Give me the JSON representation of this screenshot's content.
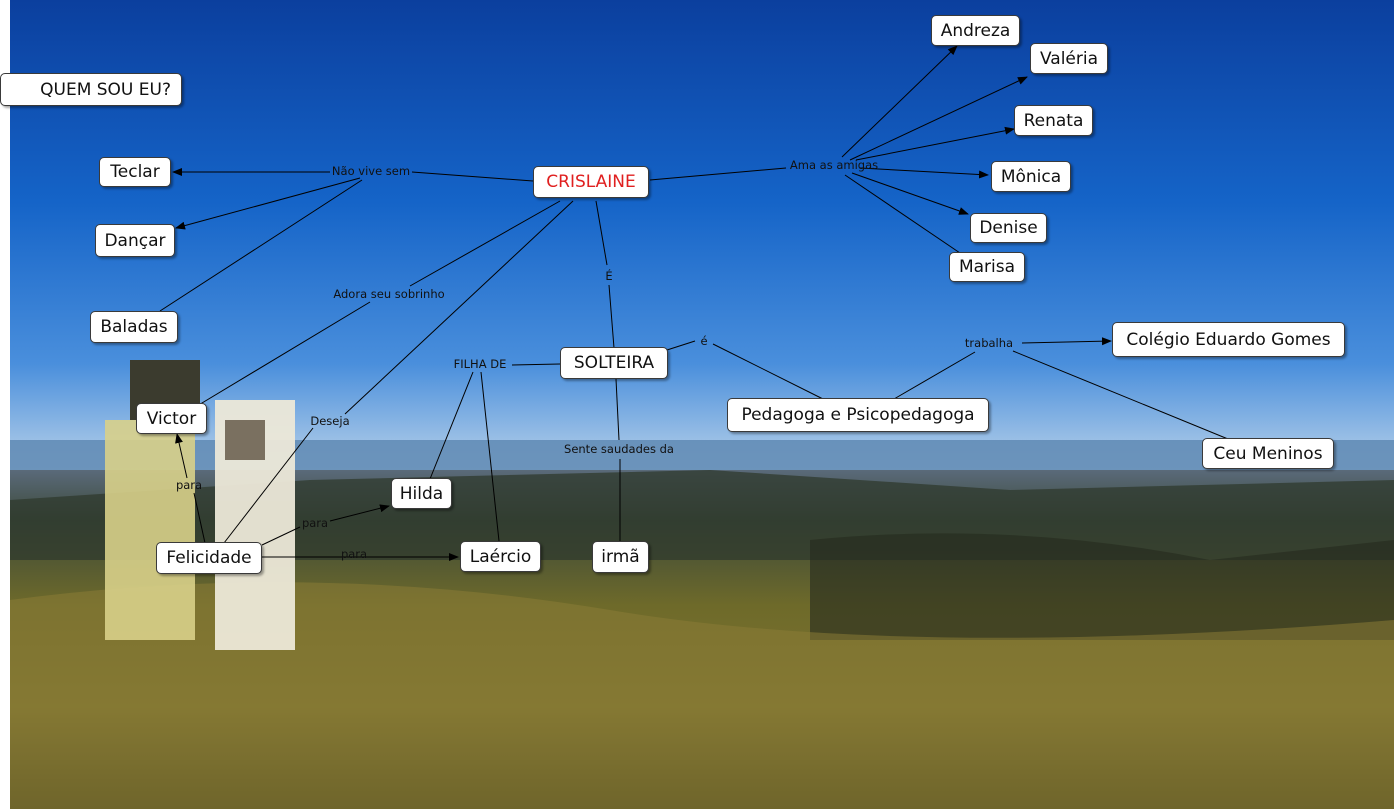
{
  "title": "QUEM SOU EU?",
  "concepts": {
    "crislaine": "CRISLAINE",
    "teclar": "Teclar",
    "dancar": "Dançar",
    "baladas": "Baladas",
    "victor": "Victor",
    "felicidade": "Felicidade",
    "hilda": "Hilda",
    "laercio": "Laércio",
    "irma": "irmã",
    "solteira": "SOLTEIRA",
    "pedagoga": "Pedagoga e Psicopedagoga",
    "colegio": "Colégio Eduardo Gomes",
    "ceu": "Ceu Meninos",
    "andreza": "Andreza",
    "valeria": "Valéria",
    "renata": "Renata",
    "monica": "Mônica",
    "denise": "Denise",
    "marisa": "Marisa"
  },
  "link_labels": {
    "nao_vive_sem": "Não vive sem",
    "ama_as_amigas": "Ama as amigas",
    "adora_seu_sobrinho": "Adora seu sobrinho",
    "deseja": "Deseja",
    "e_upper": "É",
    "filha_de": "FILHA DE",
    "e_lower": "é",
    "sente_saudades_da": "Sente saudades da",
    "trabalha": "trabalha",
    "para_1": "para",
    "para_2": "para",
    "para_3": "para"
  },
  "colors": {
    "root_text": "#e02020",
    "sky_top": "#0f4fb8",
    "sky_bottom": "#a9c9ec",
    "ground": "#6b6a2e"
  }
}
